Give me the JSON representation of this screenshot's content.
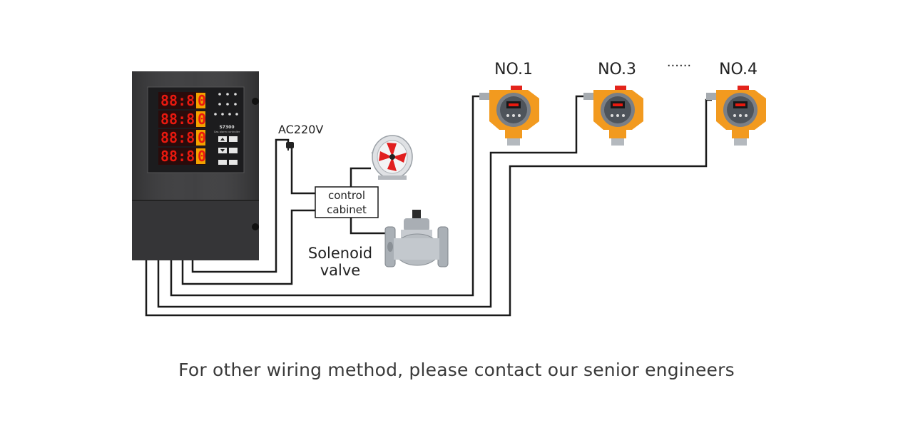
{
  "controller": {
    "digits": [
      "88:8",
      "88:8",
      "88:8",
      "88:8"
    ],
    "last_digit": [
      "0",
      "0",
      "0",
      "0"
    ],
    "model": "S7300",
    "subtitle": "Gas alarm controller"
  },
  "labels": {
    "power": "AC220V",
    "cabinet_line1": "control",
    "cabinet_line2": "cabinet",
    "valve_line1": "Solenoid",
    "valve_line2": "valve"
  },
  "detectors": [
    {
      "label": "NO.1"
    },
    {
      "label": "NO.3"
    },
    {
      "label": "NO.4"
    }
  ],
  "ellipsis": "······",
  "caption": "For other wiring method, please contact our senior engineers",
  "colors": {
    "wire": "#1a1a1a",
    "panel": "#3b3b3d",
    "led": "#e8190f",
    "detector_body": "#f29a1f",
    "detector_face": "#5a6068"
  }
}
